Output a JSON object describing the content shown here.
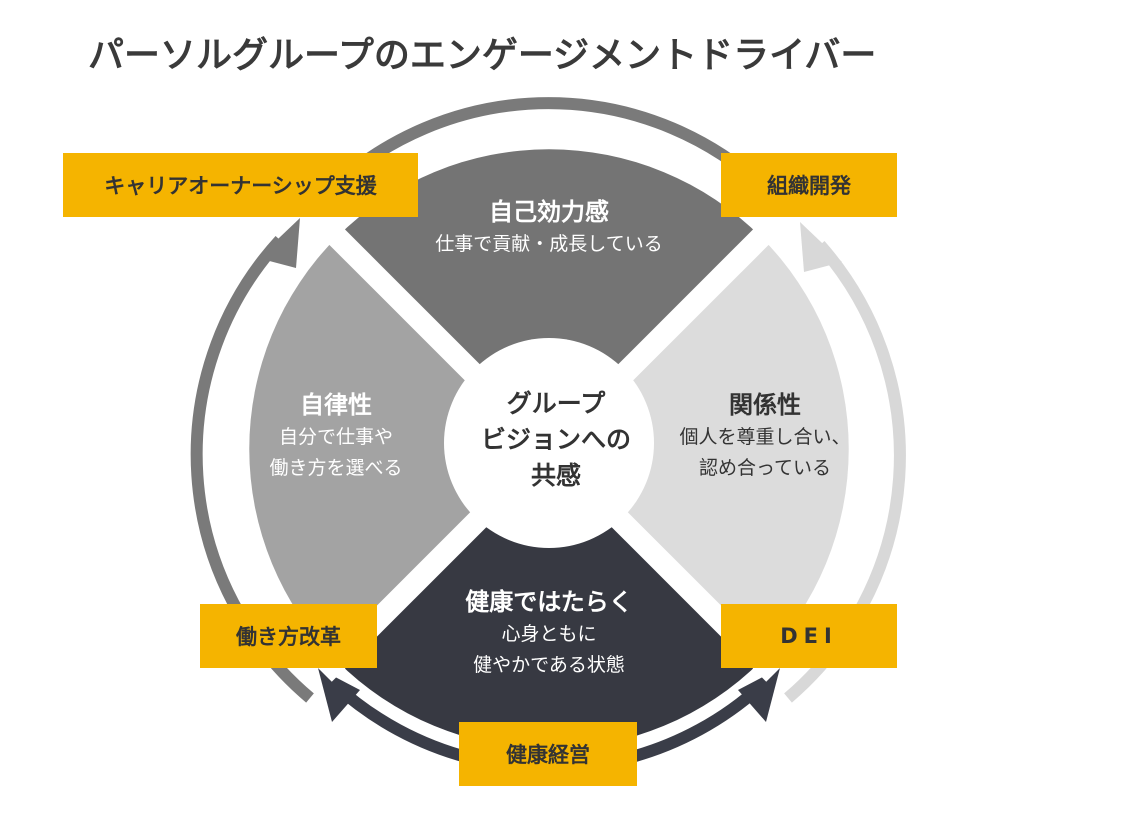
{
  "title": "パーソルグループのエンゲージメントドライバー",
  "center": {
    "lines": [
      "グループ",
      "ビジョンへの",
      "共感"
    ]
  },
  "quadrants": {
    "top": {
      "head": "自己効力感",
      "sub": [
        "仕事で貢献・成長している"
      ]
    },
    "left": {
      "head": "自律性",
      "sub": [
        "自分で仕事や",
        "働き方を選べる"
      ]
    },
    "right": {
      "head": "関係性",
      "sub": [
        "個人を尊重し合い、",
        "認め合っている"
      ]
    },
    "bottom": {
      "head": "健康ではたらく",
      "sub": [
        "心身ともに",
        "健やかである状態"
      ]
    }
  },
  "tags": {
    "top_left": "キャリアオーナーシップ支援",
    "top_right": "組織開発",
    "bottom_left": "働き方改革",
    "bottom_right": "DEI",
    "bottom_center": "健康経営"
  },
  "colors": {
    "top": "#747474",
    "left": "#a3a3a3",
    "right": "#dcdcdc",
    "bottom": "#373942",
    "tag": "#f5b400",
    "arrow_dark": "#3a3d48",
    "arrow_mid": "#7a7a7a",
    "arrow_light": "#d8d8d8"
  }
}
